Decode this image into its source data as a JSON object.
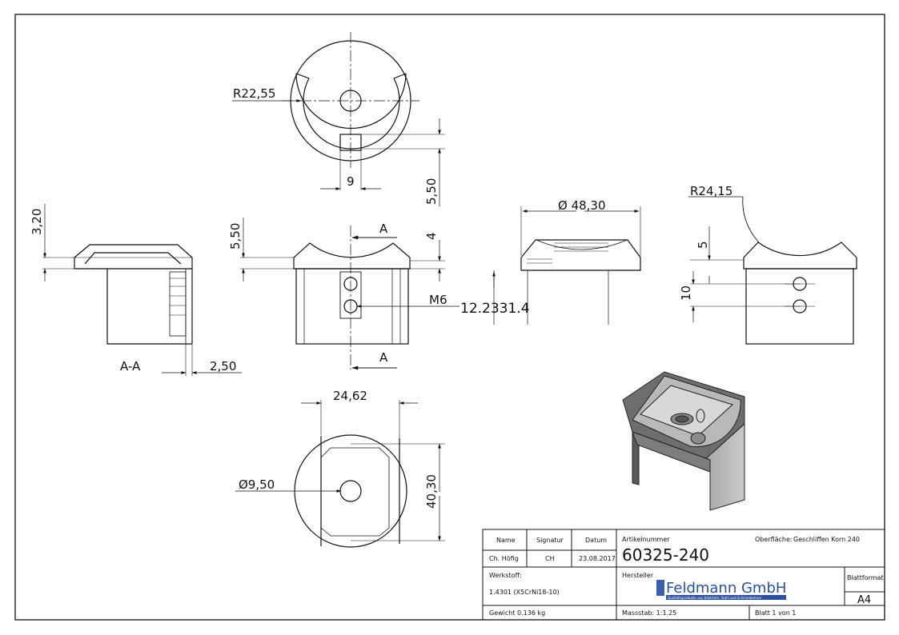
{
  "dimensions": {
    "r_top": "R22,55",
    "slot_width": "9",
    "slot_depth": "5,50",
    "side_height": "3,20",
    "section_label": "A-A",
    "wall": "2,50",
    "front_h": "5,50",
    "front_depth": "4",
    "section_marker": "A",
    "thread": "M6",
    "overlay_value": "12.2331.4",
    "diameter": "Ø 48,30",
    "r_side": "R24,15",
    "side_5": "5",
    "side_10": "10",
    "bottom_width": "24,62",
    "hole_dia": "Ø9,50",
    "bottom_h": "40,30"
  },
  "title_block": {
    "hdr_name": "Name",
    "hdr_signatur": "Signatur",
    "hdr_datum": "Datum",
    "name": "Ch. Höfig",
    "signatur": "CH",
    "datum": "23.08.2017",
    "artikel_label": "Artikelnummer",
    "artikel": "60325-240",
    "oberflaeche_label": "Oberfläche:",
    "oberflaeche": "Geschliffen Korn 240",
    "werkstoff_label": "Werkstoff:",
    "werkstoff": "1.4301 (X5CrNi18-10)",
    "hersteller_label": "Hersteller",
    "logo_text": "Feldmann GmbH",
    "logo_tagline": "Qualitätsprodukte aus Edelstahl, Stahl und Schmiedeeisen",
    "blattformat_label": "Blattformat",
    "blattformat": "A4",
    "gewicht": "Gewicht 0.136 kg",
    "massstab": "Massstab: 1:1.25",
    "blatt": "Blatt 1 von 1"
  }
}
